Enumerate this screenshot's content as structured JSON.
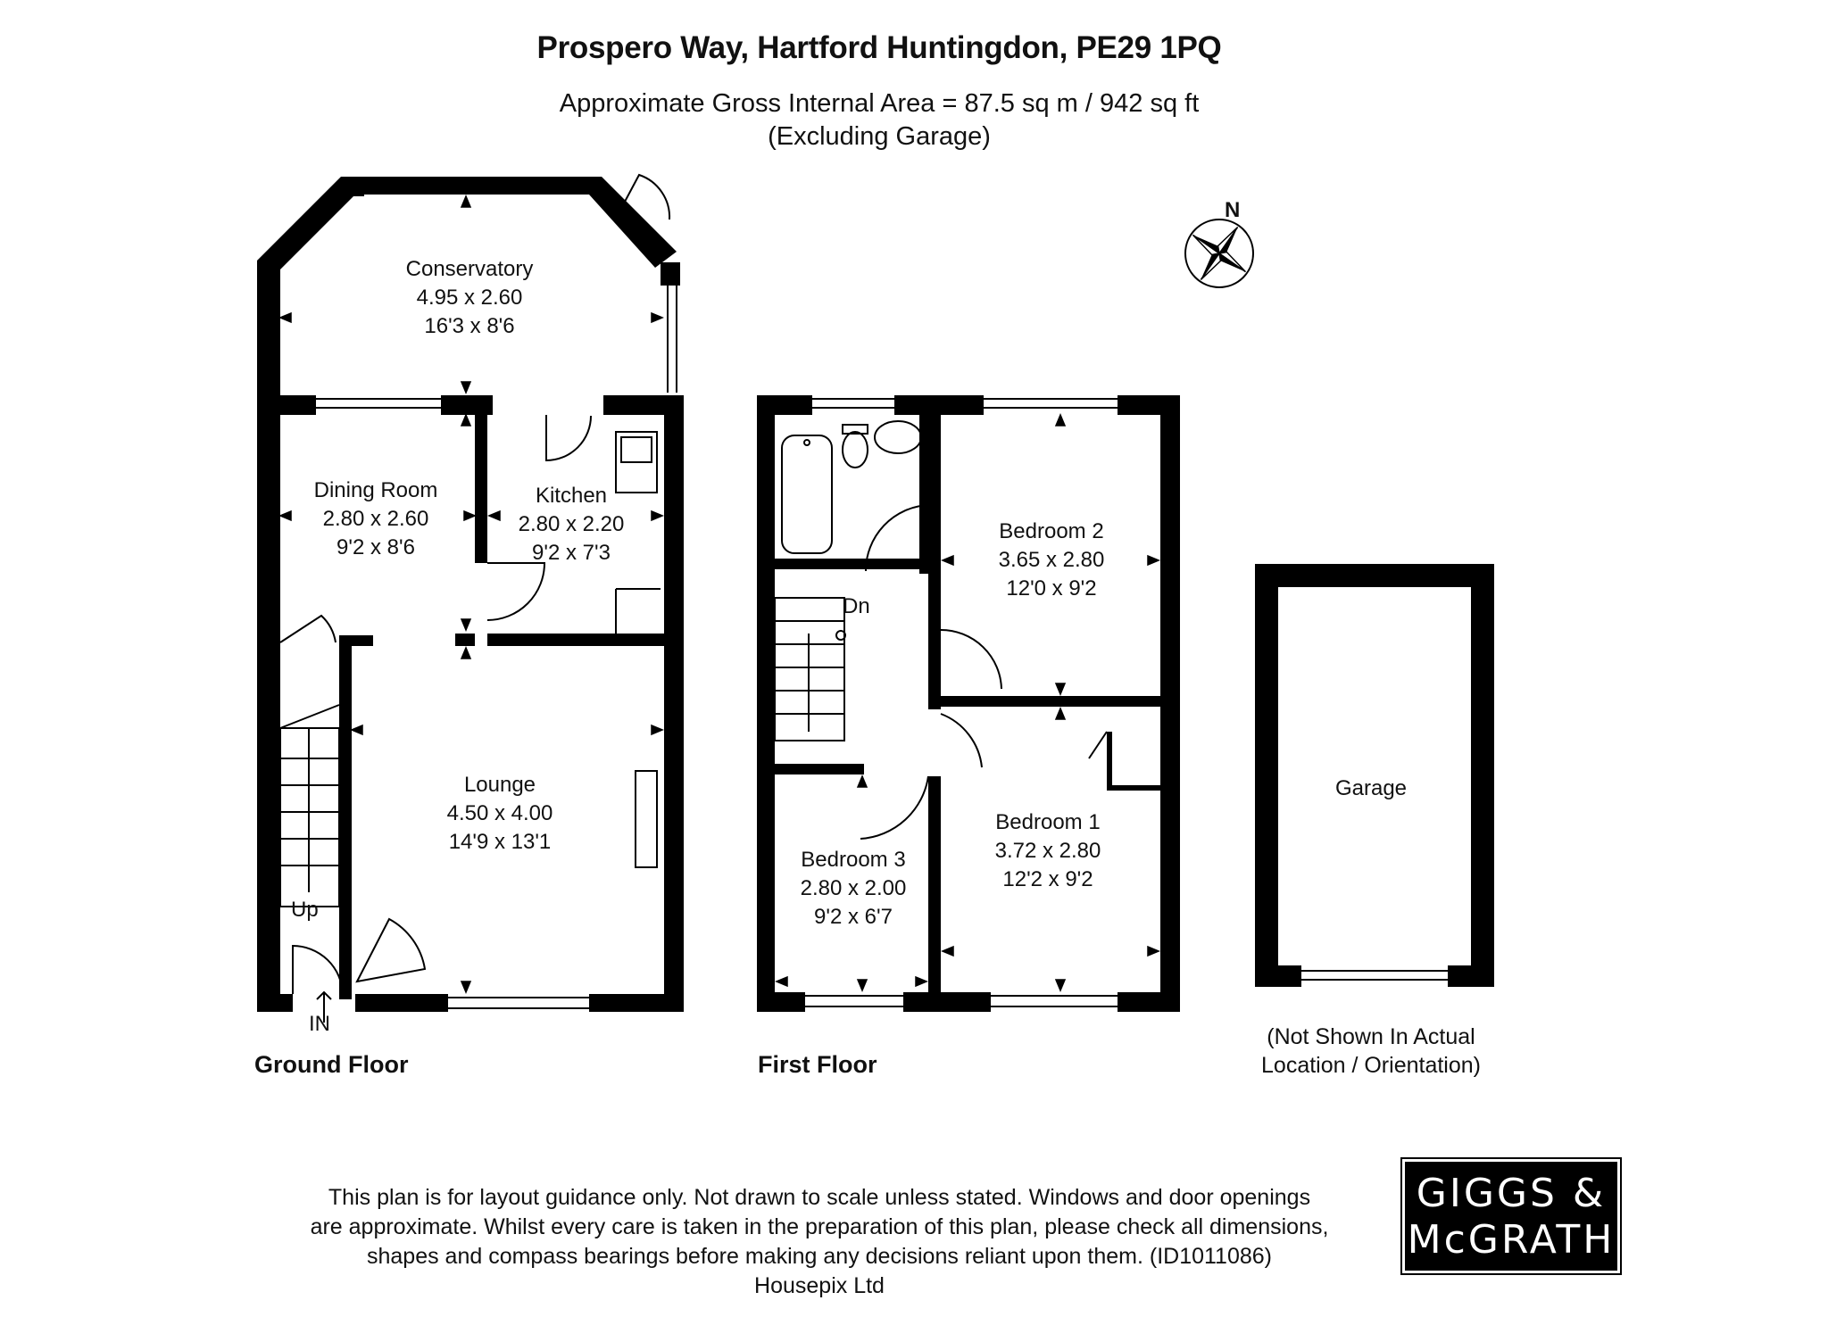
{
  "header": {
    "title": "Prospero Way, Hartford Huntingdon, PE29 1PQ",
    "area": "Approximate Gross Internal Area = 87.5 sq m / 942 sq ft",
    "exclusion": "(Excluding Garage)"
  },
  "ground_floor": {
    "label": "Ground Floor",
    "rooms": [
      {
        "name": "Conservatory",
        "metric": "4.95 x 2.60",
        "imperial": "16'3 x 8'6"
      },
      {
        "name": "Dining Room",
        "metric": "2.80 x 2.60",
        "imperial": "9'2 x 8'6"
      },
      {
        "name": "Kitchen",
        "metric": "2.80 x 2.20",
        "imperial": "9'2 x 7'3"
      },
      {
        "name": "Lounge",
        "metric": "4.50 x 4.00",
        "imperial": "14'9 x 13'1"
      }
    ],
    "stairs_label": "Up",
    "entrance_label": "IN"
  },
  "first_floor": {
    "label": "First Floor",
    "rooms": [
      {
        "name": "Bedroom 2",
        "metric": "3.65 x 2.80",
        "imperial": "12'0 x 9'2"
      },
      {
        "name": "Bedroom 1",
        "metric": "3.72 x 2.80",
        "imperial": "12'2 x 9'2"
      },
      {
        "name": "Bedroom 3",
        "metric": "2.80 x 2.00",
        "imperial": "9'2 x 6'7"
      }
    ],
    "stairs_label": "Dn"
  },
  "garage": {
    "label": "Garage",
    "note_line1": "(Not Shown In Actual",
    "note_line2": "Location / Orientation)"
  },
  "compass": {
    "label": "N",
    "icon": "compass-rose-icon"
  },
  "footer": {
    "line1": "This plan is for layout guidance only. Not drawn to scale unless stated. Windows and door openings",
    "line2": "are approximate. Whilst every care is taken in the preparation of this plan, please check all dimensions,",
    "line3": "shapes and compass bearings before making any decisions reliant upon them. (ID1011086)",
    "line4": "Housepix Ltd"
  },
  "logo": {
    "line1": "GIGGS &",
    "line2": "McGRATH"
  },
  "colors": {
    "wall": "#000000",
    "background": "#ffffff",
    "text": "#111111"
  }
}
